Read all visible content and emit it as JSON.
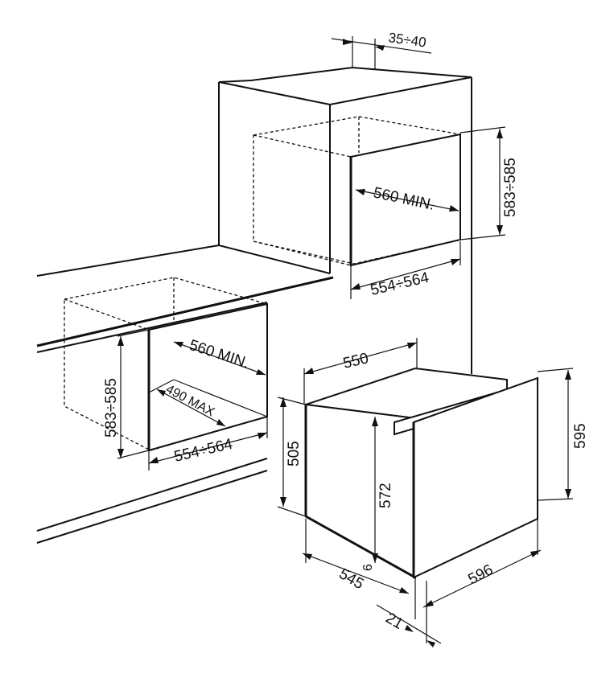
{
  "diagram": {
    "dimensions": {
      "top_gap": "35÷40",
      "upper_height": "583÷585",
      "upper_width_min": "560 MIN.",
      "upper_opening": "554÷564",
      "lower_height": "583÷585",
      "lower_width_min": "560 MIN.",
      "lower_depth_max": "490 MAX",
      "lower_opening": "554÷564",
      "oven_width": "550",
      "oven_height": "595",
      "oven_body_height": "505",
      "oven_inner_height": "572",
      "oven_front_width": "596",
      "oven_depth": "545",
      "oven_bottom_gap": "6",
      "panel_thickness": "21"
    }
  }
}
